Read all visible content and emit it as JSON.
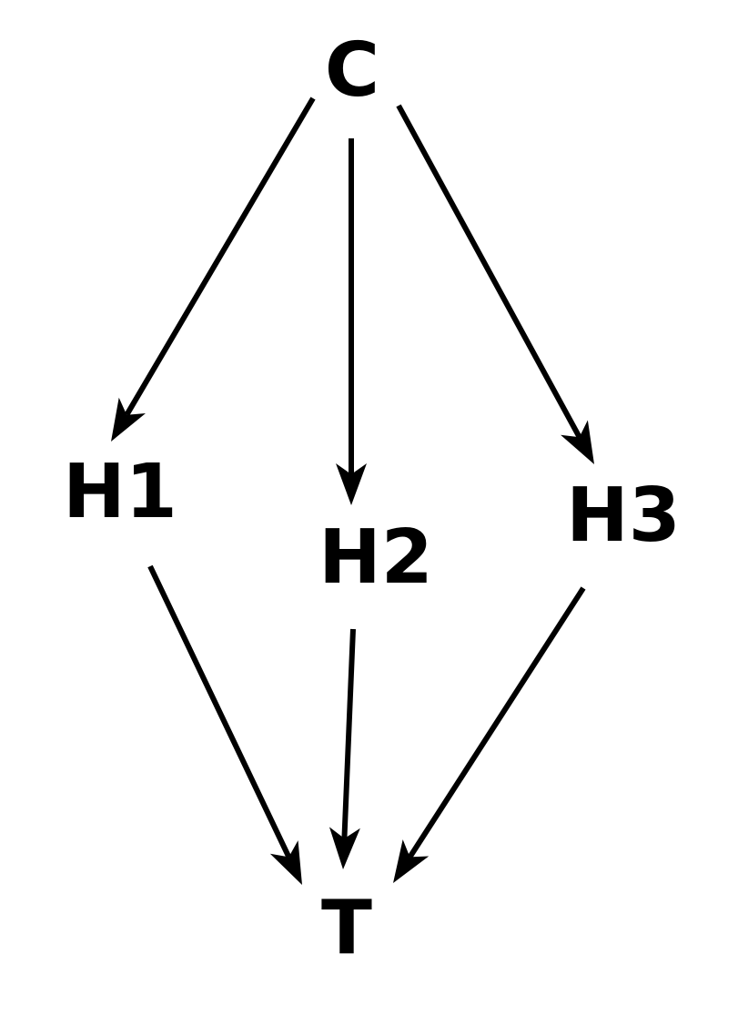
{
  "diagram": {
    "nodes": [
      {
        "id": "C",
        "label": "C"
      },
      {
        "id": "H1",
        "label": "H1"
      },
      {
        "id": "H2",
        "label": "H2"
      },
      {
        "id": "H3",
        "label": "H3"
      },
      {
        "id": "T",
        "label": "T"
      }
    ],
    "edges": [
      {
        "from": "C",
        "to": "H1"
      },
      {
        "from": "C",
        "to": "H2"
      },
      {
        "from": "C",
        "to": "H3"
      },
      {
        "from": "H1",
        "to": "T"
      },
      {
        "from": "H2",
        "to": "T"
      },
      {
        "from": "H3",
        "to": "T"
      }
    ],
    "colors": {
      "background": "#ffffff",
      "foreground": "#000000"
    }
  }
}
